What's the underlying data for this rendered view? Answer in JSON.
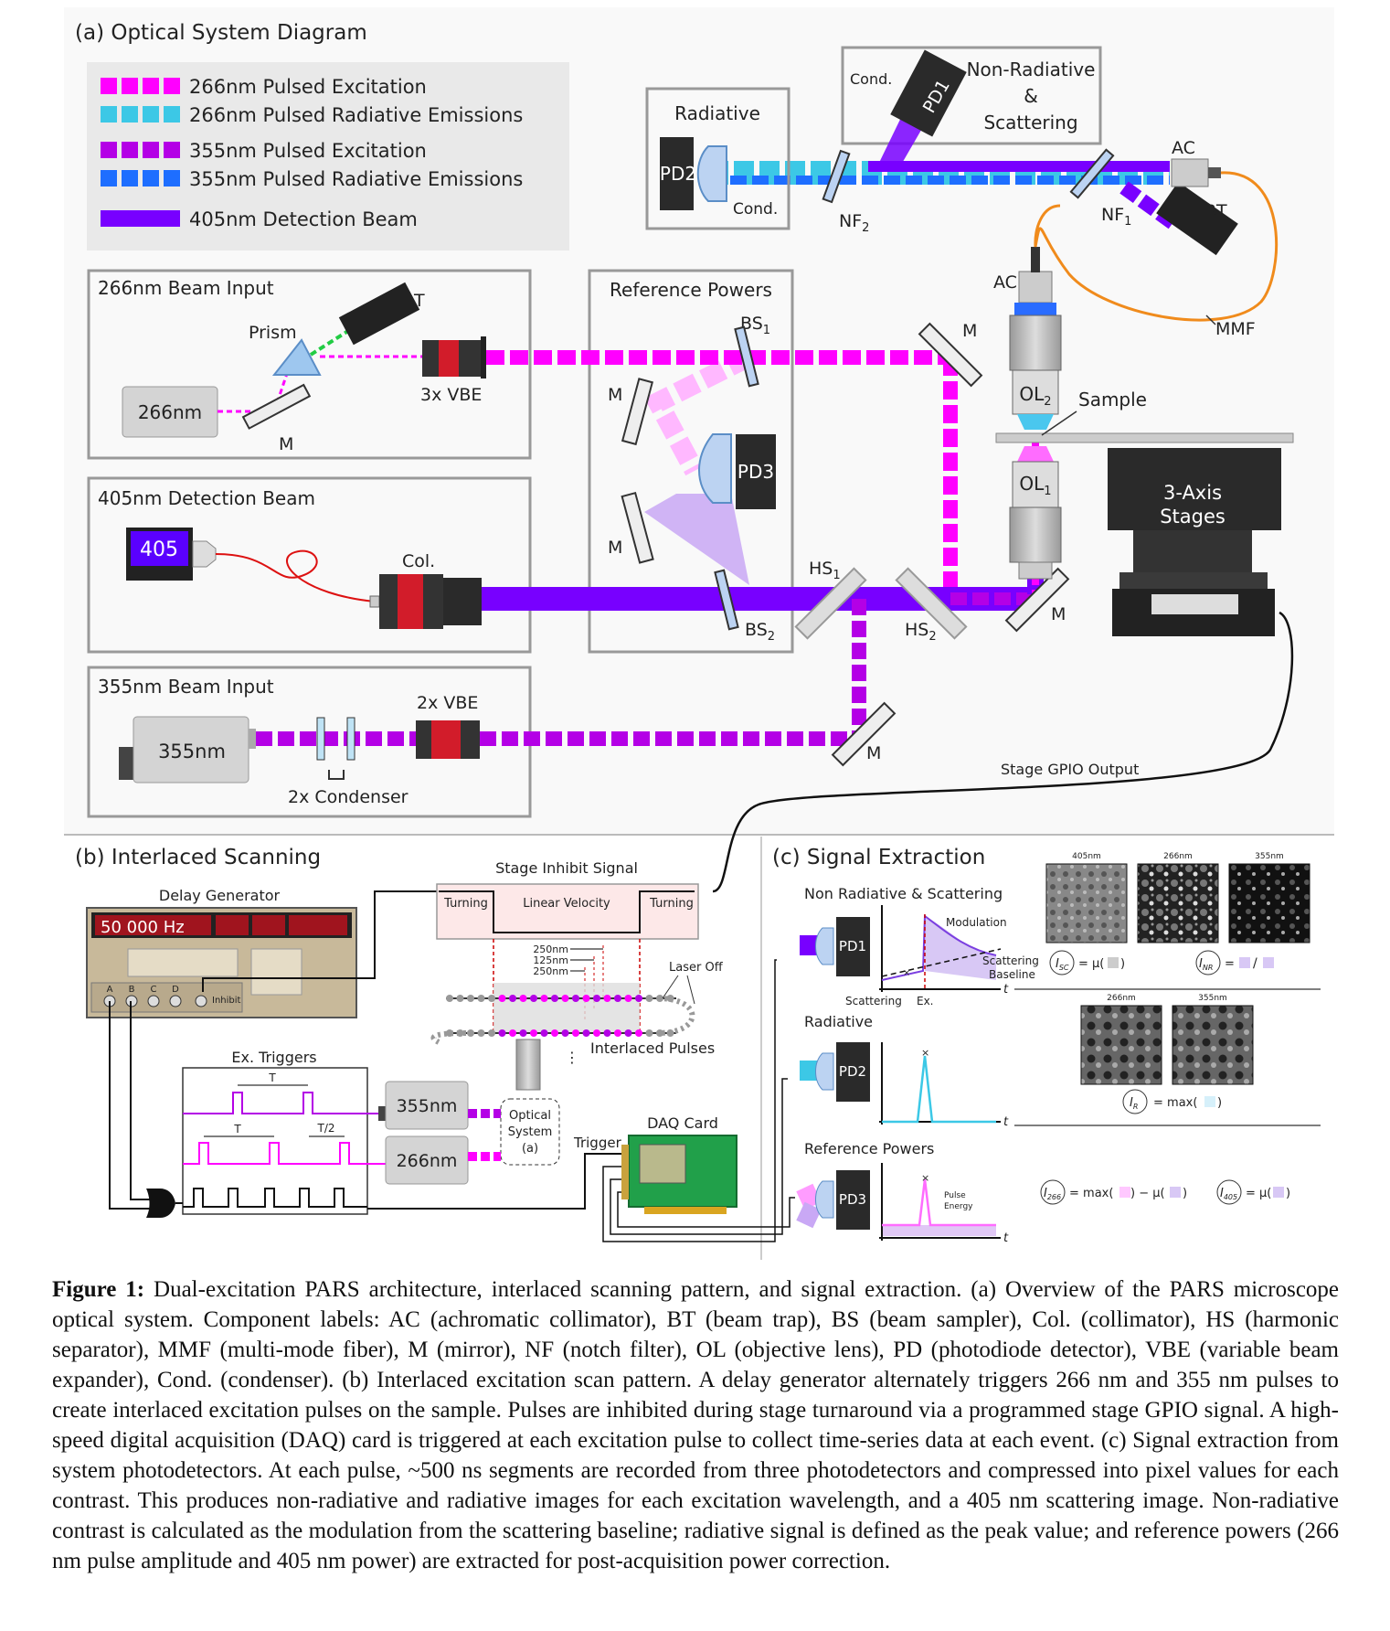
{
  "panel_a": {
    "title": "(a) Optical System Diagram",
    "legend": [
      {
        "label": "266nm Pulsed Excitation",
        "color": "#ff00ff",
        "dashed": true
      },
      {
        "label": "266nm Pulsed Radiative Emissions",
        "color": "#3cc8e6",
        "dashed": true
      },
      {
        "label": "355nm Pulsed Excitation",
        "color": "#b400e6",
        "dashed": true
      },
      {
        "label": "355nm Pulsed Radiative Emissions",
        "color": "#1e6eff",
        "dashed": true
      },
      {
        "label": "405nm Detection Beam",
        "color": "#7800ff",
        "dashed": false
      }
    ],
    "box_266": {
      "title": "266nm Beam Input",
      "laser": "266nm",
      "prism": "Prism",
      "bt": "BT",
      "vbe": "3x VBE",
      "mirror": "M"
    },
    "box_405": {
      "title": "405nm Detection Beam",
      "laser": "405",
      "col": "Col."
    },
    "box_355": {
      "title": "355nm Beam Input",
      "laser": "355nm",
      "vbe": "2x VBE",
      "condenser": "2x Condenser"
    },
    "box_ref": {
      "title": "Reference Powers",
      "bs1": "BS",
      "bs1_sub": "1",
      "bs2": "BS",
      "bs2_sub": "2",
      "m_top": "M",
      "m_bottom": "M",
      "pd3": "PD3"
    },
    "box_rad": {
      "title": "Radiative",
      "pd2": "PD2",
      "cond": "Cond."
    },
    "box_nonrad": {
      "title_1": "Non-Radiative",
      "title_2": "&",
      "title_3": "Scattering",
      "pd1": "PD1",
      "cond": "Cond."
    },
    "labels": {
      "ac_top": "AC",
      "bt_top": "BT",
      "nf1": "NF",
      "nf1_sub": "1",
      "nf2": "NF",
      "nf2_sub": "2",
      "ac_mid": "AC",
      "mmf": "MMF",
      "m_right": "M",
      "ol2": "OL",
      "ol2_sub": "2",
      "sample": "Sample",
      "ol1": "OL",
      "ol1_sub": "1",
      "stages_1": "3-Axis",
      "stages_2": "Stages",
      "hs1": "HS",
      "hs1_sub": "1",
      "hs2": "HS",
      "hs2_sub": "2",
      "m_hs2": "M",
      "m_355": "M",
      "gpio": "Stage GPIO Output"
    }
  },
  "panel_b": {
    "title": "(b) Interlaced Scanning",
    "delay_generator": "Delay Generator",
    "display": "50 000 Hz",
    "channels": [
      "A",
      "B",
      "C",
      "D"
    ],
    "inhibit": "Inhibit",
    "stage_inhibit": "Stage Inhibit Signal",
    "turning_left": "Turning",
    "linear_velocity": "Linear Velocity",
    "turning_right": "Turning",
    "spacings": [
      "250nm",
      "125nm",
      "250nm"
    ],
    "laser_off": "Laser Off",
    "interlaced": "Interlaced Pulses",
    "ex_triggers": "Ex. Triggers",
    "period": "T",
    "period_2": "T",
    "half_period": "T/2",
    "laser_355": "355nm",
    "laser_266": "266nm",
    "optical_system": [
      "Optical",
      "System",
      "(a)"
    ],
    "daq": "DAQ Card",
    "trigger": "Trigger"
  },
  "panel_c": {
    "title": "(c) Signal Extraction",
    "nonrad_title": "Non Radiative & Scattering",
    "modulation": "Modulation",
    "scattering_baseline_1": "Scattering",
    "scattering_baseline_2": "Baseline",
    "scattering": "Scattering",
    "ex": "Ex.",
    "t": "t",
    "radiative_title": "Radiative",
    "ref_title": "Reference Powers",
    "pulse_energy_1": "Pulse",
    "pulse_energy_2": "Energy",
    "pd1": "PD1",
    "pd2": "PD2",
    "pd3": "PD3",
    "img_labels_top": [
      "405nm",
      "266nm",
      "355nm"
    ],
    "img_labels_mid": [
      "266nm",
      "355nm"
    ],
    "eq_sc": "= μ(",
    "eq_nr": "=",
    "eq_r": "= max(",
    "eq_266": "= max(",
    "eq_266b": ") − μ(",
    "eq_405": "= μ(",
    "sym_sc": "I",
    "sym_sc_sub": "SC",
    "sym_nr": "I",
    "sym_nr_sub": "NR",
    "sym_r": "I",
    "sym_r_sub": "R",
    "sym_266": "I",
    "sym_266_sub": "266",
    "sym_405": "I",
    "sym_405_sub": "405"
  },
  "caption": {
    "label": "Figure 1:",
    "text": "Dual-excitation PARS architecture, interlaced scanning pattern, and signal extraction. (a) Overview of the PARS microscope optical system. Component labels: AC (achromatic collimator), BT (beam trap), BS (beam sampler), Col. (collimator), HS (harmonic separator), MMF (multi-mode fiber), M (mirror), NF (notch filter), OL (objective lens), PD (photodiode detector), VBE (variable beam expander), Cond. (condenser). (b) Interlaced excitation scan pattern. A delay generator alternately triggers 266 nm and 355 nm pulses to create interlaced excitation pulses on the sample. Pulses are inhibited during stage turnaround via a programmed stage GPIO signal. A high-speed digital acquisition (DAQ) card is triggered at each excitation pulse to collect time-series data at each event. (c) Signal extraction from system photodetectors. At each pulse, ~500 ns segments are recorded from three photodetectors and compressed into pixel values for each contrast. This produces non-radiative and radiative images for each excitation wavelength, and a 405 nm scattering image. Non-radiative contrast is calculated as the modulation from the scattering baseline; radiative signal is defined as the peak value; and reference powers (266 nm pulse amplitude and 405 nm power) are extracted for post-acquisition power correction."
  }
}
